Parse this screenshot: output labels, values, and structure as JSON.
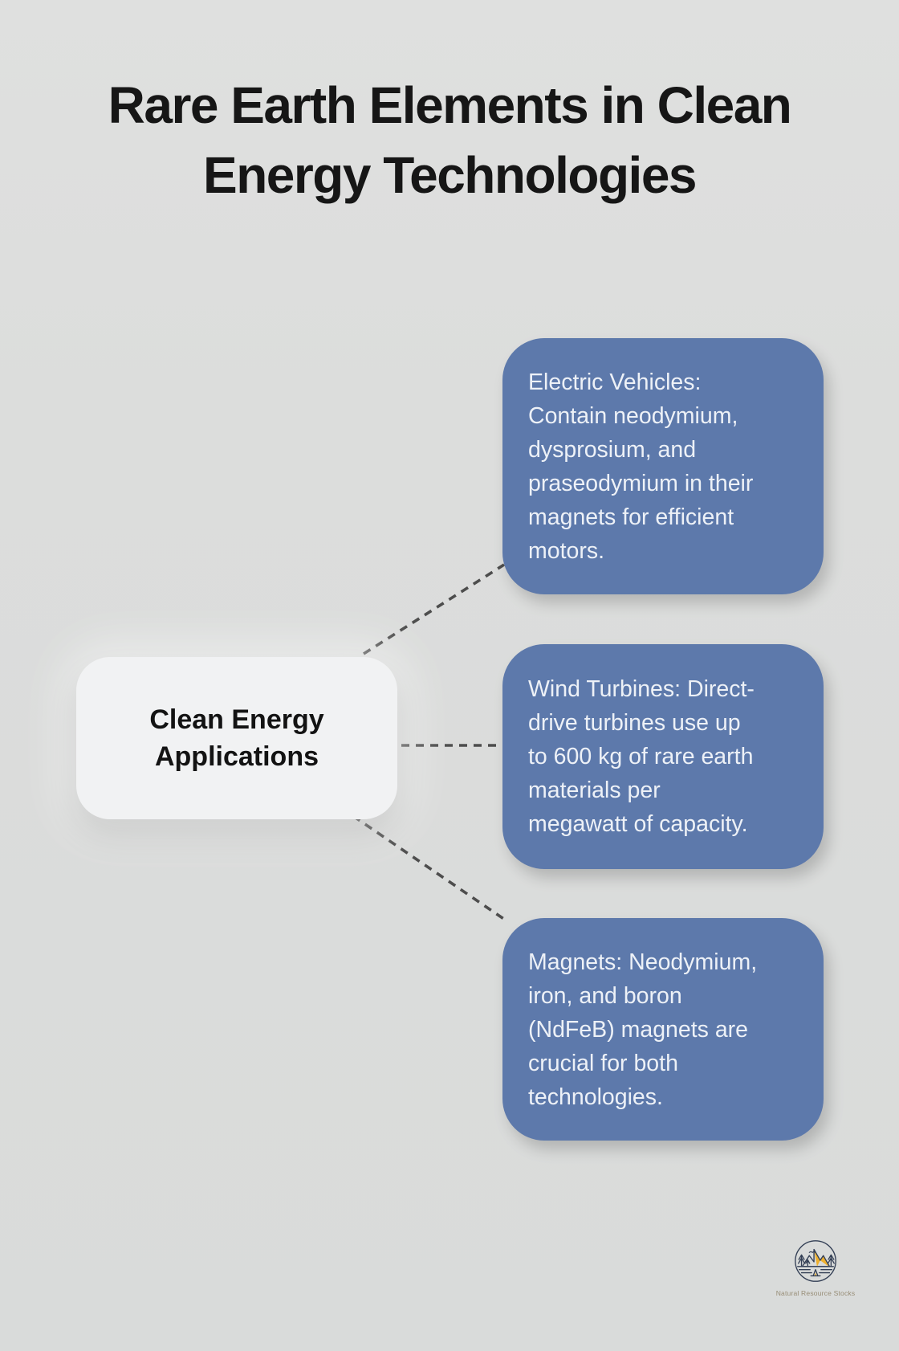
{
  "title": "Rare Earth Elements in Clean\nEnergy Technologies",
  "center_node": {
    "label": "Clean Energy\nApplications"
  },
  "cards": [
    {
      "id": "electric-vehicles",
      "text": "Electric Vehicles:\nContain neodymium,\ndysprosium, and\npraseodymium in their\nmagnets for efficient\nmotors."
    },
    {
      "id": "wind-turbines",
      "text": "Wind Turbines: Direct-\ndrive turbines use up\nto 600 kg of rare earth\nmaterials per\nmegawatt of capacity."
    },
    {
      "id": "magnets",
      "text": "Magnets: Neodymium,\niron, and boron\n(NdFeB) magnets are\ncrucial for both\ntechnologies."
    }
  ],
  "footer": {
    "logo_text": "Natural Resource Stocks"
  },
  "colors": {
    "background": "#dcdddc",
    "card_bg": "#5d79ab",
    "card_text": "#edf1f7",
    "node_bg": "#f1f2f3",
    "title_text": "#161616",
    "connector": "#4d4d4d",
    "logo_outline": "#333f55",
    "logo_accent": "#eeb02e"
  }
}
